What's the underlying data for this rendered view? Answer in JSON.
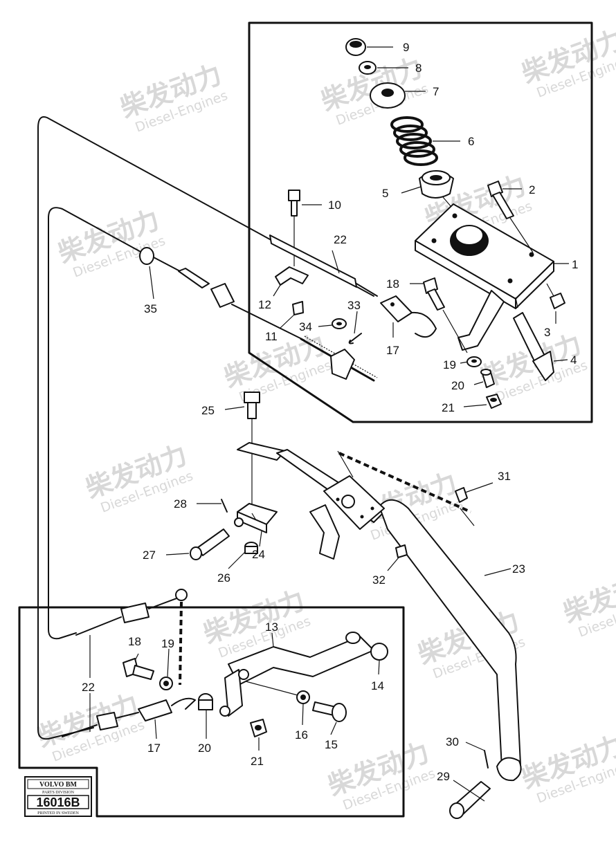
{
  "watermark": {
    "chinese": "柴发动力",
    "english": "Diesel-Engines"
  },
  "callouts": [
    {
      "id": "c9",
      "text": "9"
    },
    {
      "id": "c8",
      "text": "8"
    },
    {
      "id": "c7",
      "text": "7"
    },
    {
      "id": "c6",
      "text": "6"
    },
    {
      "id": "c5",
      "text": "5"
    },
    {
      "id": "c2",
      "text": "2"
    },
    {
      "id": "c1",
      "text": "1"
    },
    {
      "id": "c3",
      "text": "3"
    },
    {
      "id": "c4",
      "text": "4"
    },
    {
      "id": "c18a",
      "text": "18"
    },
    {
      "id": "c19a",
      "text": "19"
    },
    {
      "id": "c20a",
      "text": "20"
    },
    {
      "id": "c21a",
      "text": "21"
    },
    {
      "id": "c10",
      "text": "10"
    },
    {
      "id": "c22a",
      "text": "22"
    },
    {
      "id": "c12",
      "text": "12"
    },
    {
      "id": "c11",
      "text": "11"
    },
    {
      "id": "c34",
      "text": "34"
    },
    {
      "id": "c33",
      "text": "33"
    },
    {
      "id": "c17a",
      "text": "17"
    },
    {
      "id": "c35",
      "text": "35"
    },
    {
      "id": "c25",
      "text": "25"
    },
    {
      "id": "c28",
      "text": "28"
    },
    {
      "id": "c24",
      "text": "24"
    },
    {
      "id": "c27",
      "text": "27"
    },
    {
      "id": "c26",
      "text": "26"
    },
    {
      "id": "c31",
      "text": "31"
    },
    {
      "id": "c32",
      "text": "32"
    },
    {
      "id": "c23",
      "text": "23"
    },
    {
      "id": "c13",
      "text": "13"
    },
    {
      "id": "c18b",
      "text": "18"
    },
    {
      "id": "c19b",
      "text": "19"
    },
    {
      "id": "c14",
      "text": "14"
    },
    {
      "id": "c22b",
      "text": "22"
    },
    {
      "id": "c16",
      "text": "16"
    },
    {
      "id": "c15",
      "text": "15"
    },
    {
      "id": "c17b",
      "text": "17"
    },
    {
      "id": "c20b",
      "text": "20"
    },
    {
      "id": "c21b",
      "text": "21"
    },
    {
      "id": "c30",
      "text": "30"
    },
    {
      "id": "c29",
      "text": "29"
    }
  ],
  "stamp": {
    "brand": "VOLVO BM",
    "division": "PARTS DIVISION",
    "number": "16016B",
    "printed": "PRINTED IN SWEDEN"
  }
}
